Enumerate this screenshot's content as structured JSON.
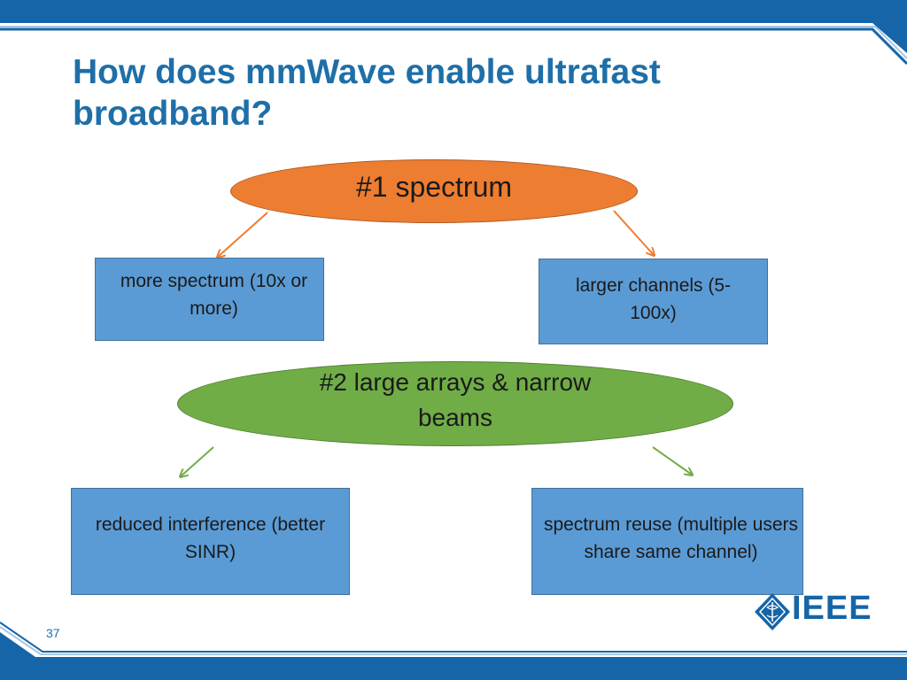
{
  "slide": {
    "title": "How does mmWave enable ultrafast broadband?",
    "page_number": "37"
  },
  "diagram": {
    "node_1": {
      "label": "#1 spectrum",
      "color": "#ed7d31"
    },
    "node_1_children": [
      {
        "label": "more spectrum (10x or more)"
      },
      {
        "label": "larger channels (5-100x)"
      }
    ],
    "node_2": {
      "label": "#2 large arrays & narrow beams",
      "color": "#70ad47"
    },
    "node_2_children": [
      {
        "label": "reduced interference (better SINR)"
      },
      {
        "label": "spectrum reuse (multiple users share same channel)"
      }
    ],
    "box_color": "#5b9bd5"
  },
  "branding": {
    "logo_text": "IEEE",
    "logo_icon": "ieee-kite-icon",
    "accent_color": "#1565a8"
  }
}
